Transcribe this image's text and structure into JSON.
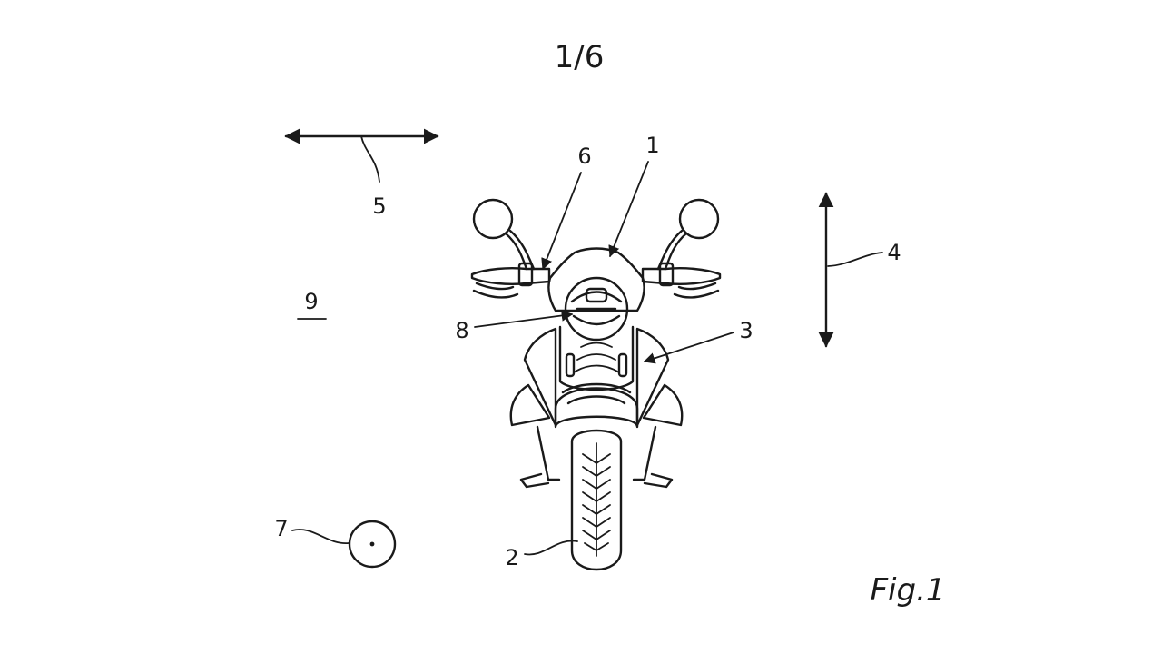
{
  "sheet_number": "1/6",
  "figure_caption": "Fig.1",
  "reference_numerals": {
    "motorcycle": "1",
    "front_wheel": "2",
    "front_fairing": "3",
    "longitudinal_direction": "4",
    "lateral_direction": "5",
    "handlebar": "6",
    "external_object": "7",
    "headlight": "8",
    "environment": "9"
  },
  "colors": {
    "ink": "#1a1a1a",
    "paper": "#ffffff"
  }
}
